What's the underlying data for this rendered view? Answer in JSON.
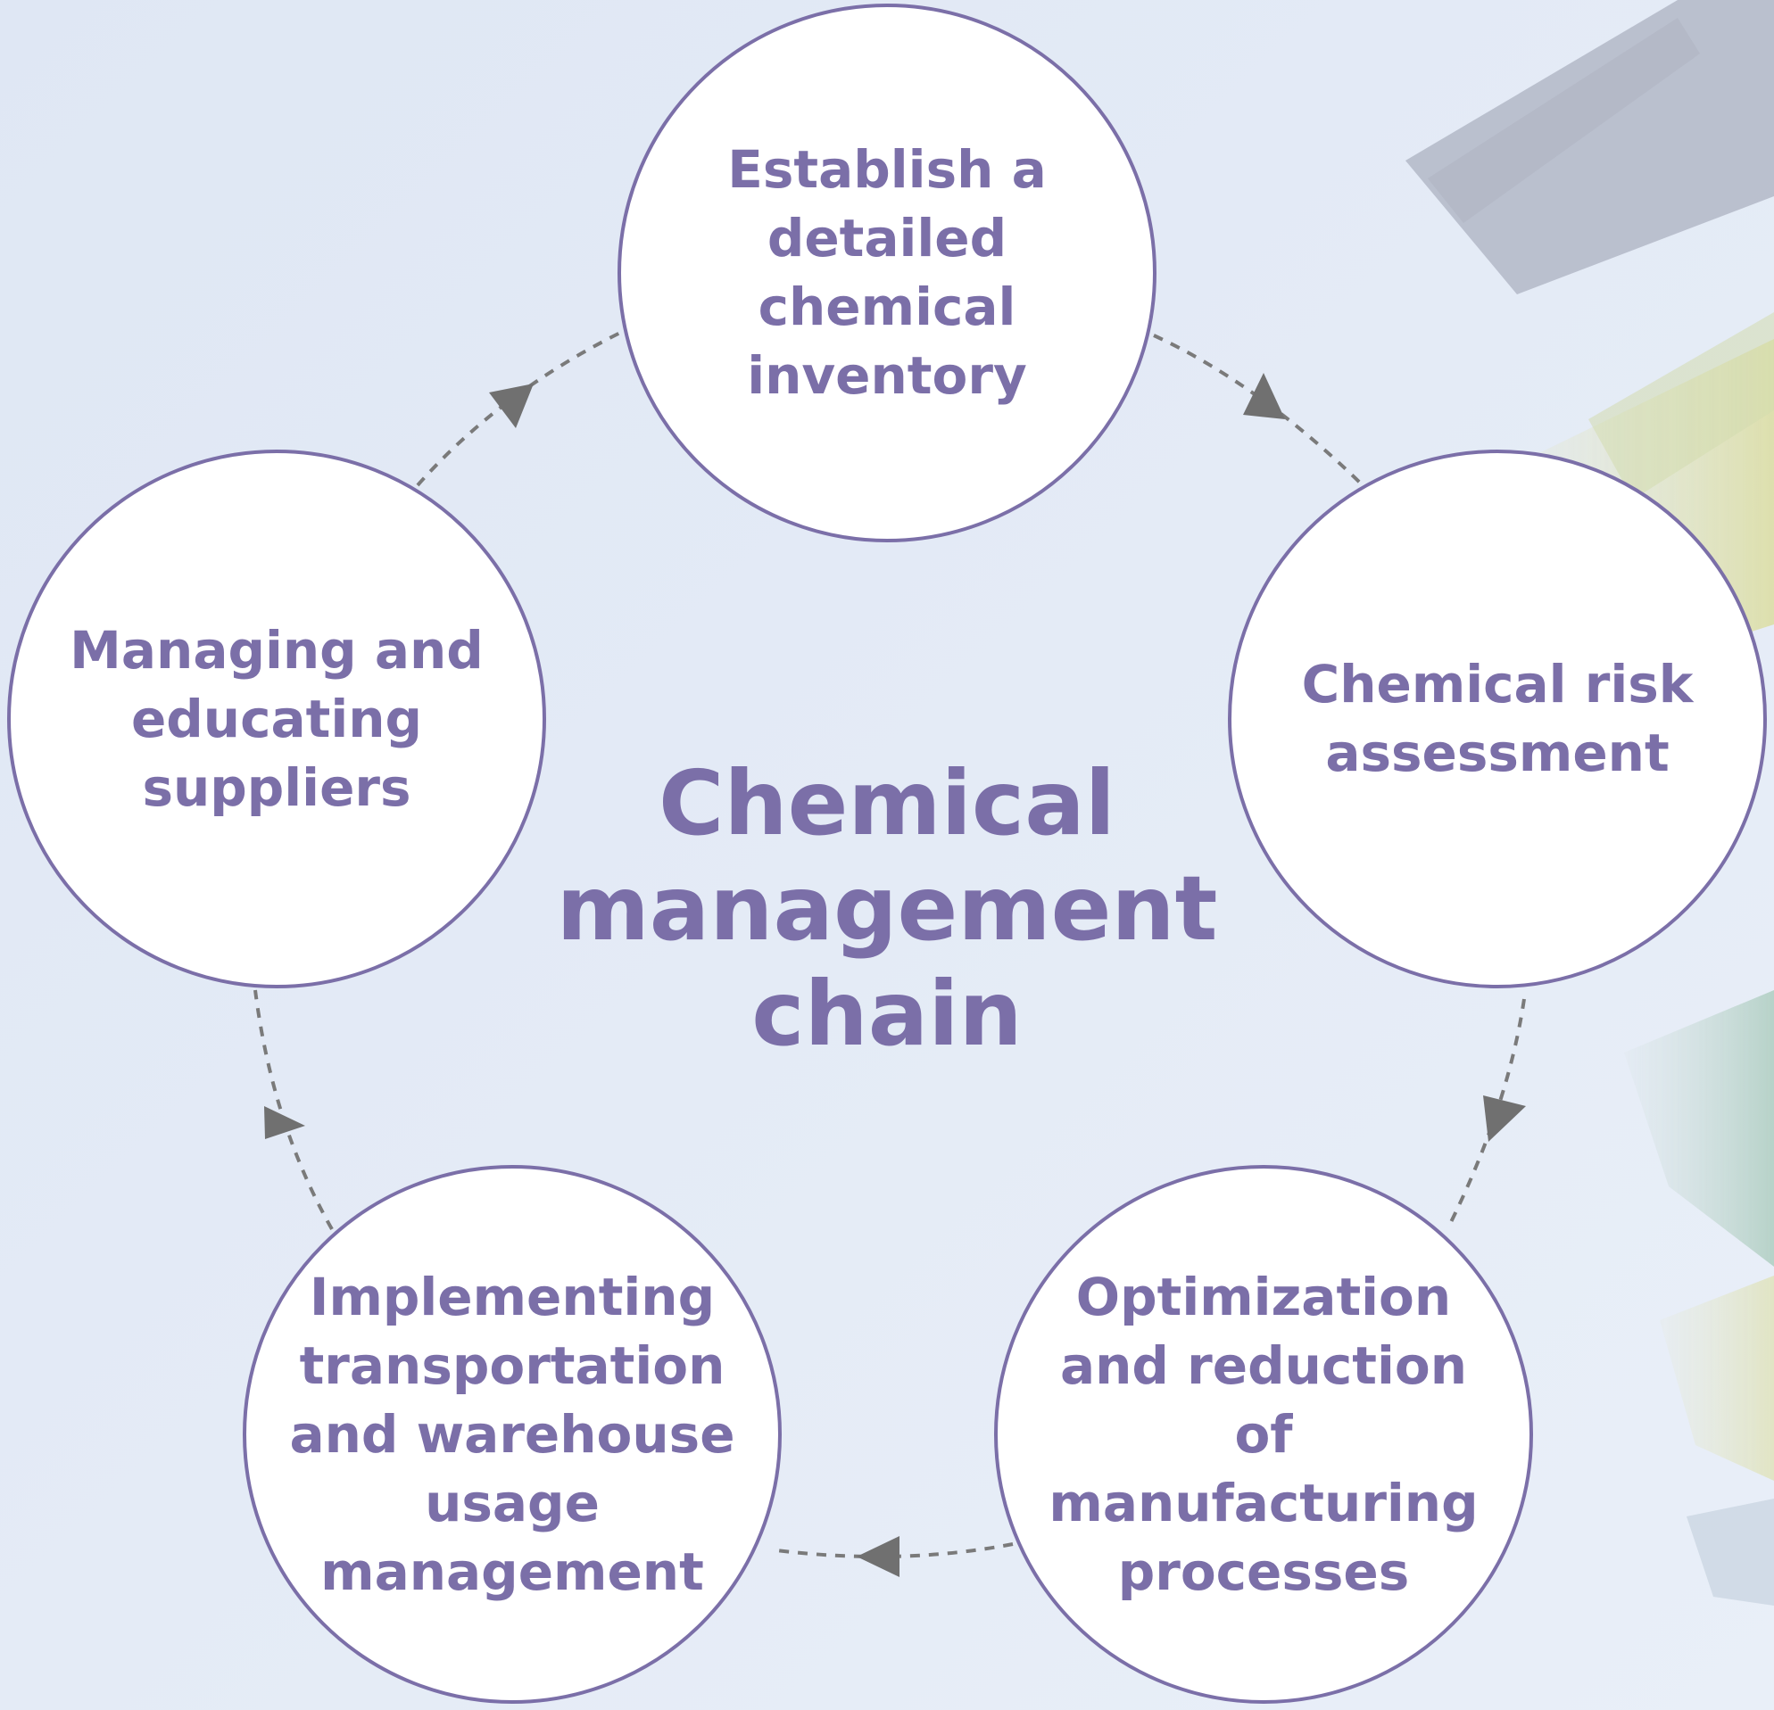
{
  "diagram": {
    "center_title": "Chemical management chain",
    "nodes": [
      {
        "label": "Establish a detailed chemical inventory"
      },
      {
        "label": "Chemical risk assessment"
      },
      {
        "label": "Optimization and reduction of manufacturing processes"
      },
      {
        "label": "Implementing transportation and warehouse usage management"
      },
      {
        "label": "Managing and educating suppliers"
      }
    ],
    "colors": {
      "accent": "#7b6fa8",
      "background": "#e4ebf6",
      "node_fill": "#ffffff",
      "connector": "#7a7a7a"
    },
    "connectors": [
      {
        "from": "Establish a detailed chemical inventory",
        "to": "Chemical risk assessment",
        "style": "dashed-arrow"
      },
      {
        "from": "Chemical risk assessment",
        "to": "Optimization and reduction of manufacturing processes",
        "style": "dashed-arrow"
      },
      {
        "from": "Optimization and reduction of manufacturing processes",
        "to": "Implementing transportation and warehouse usage management",
        "style": "dashed-arrow"
      },
      {
        "from": "Implementing transportation and warehouse usage management",
        "to": "Managing and educating suppliers",
        "style": "dashed-arrow"
      },
      {
        "from": "Managing and educating suppliers",
        "to": "Establish a detailed chemical inventory",
        "style": "dashed-arrow"
      }
    ]
  }
}
